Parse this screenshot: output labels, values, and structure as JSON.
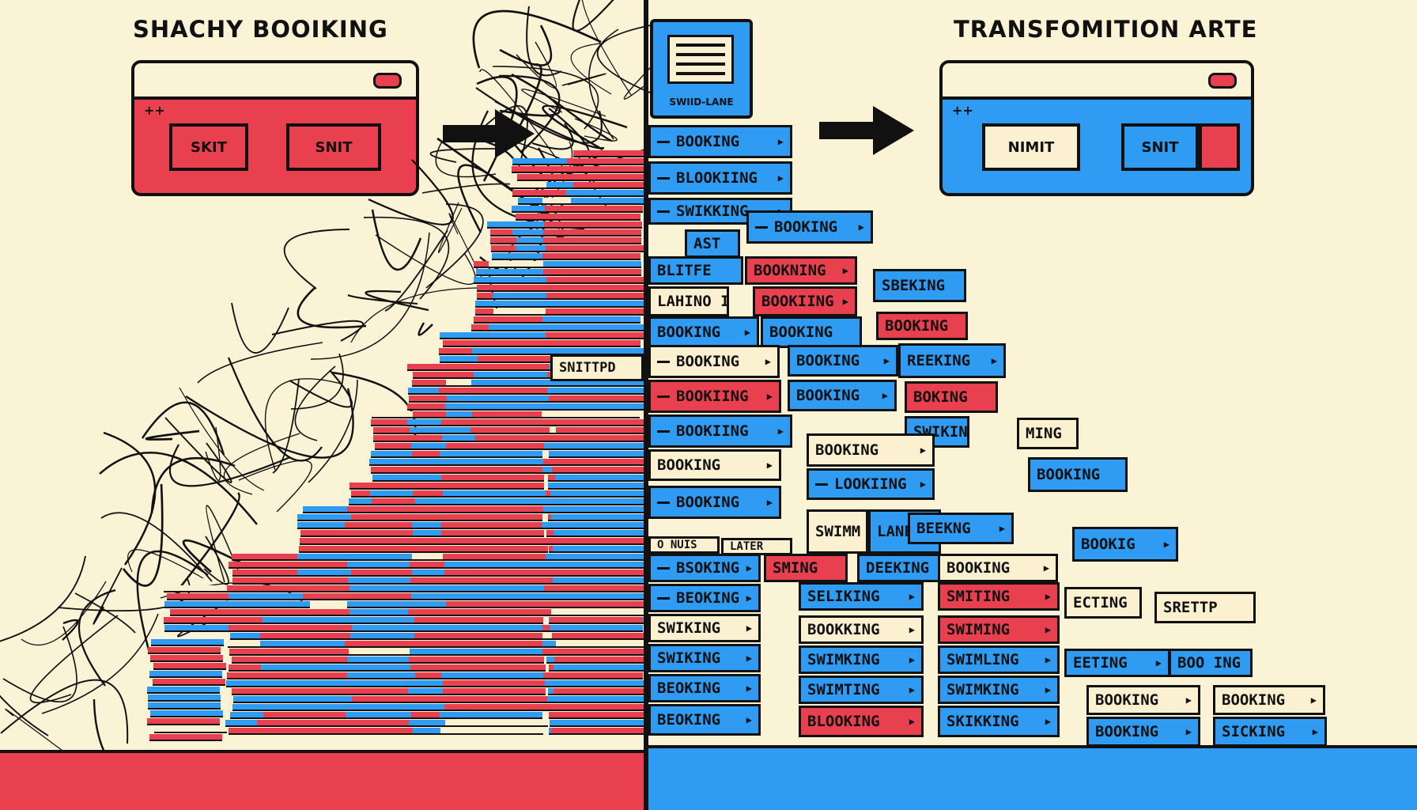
{
  "left": {
    "title": "SHACHY BOOIKING",
    "window_buttons": [
      "SKIT",
      "SNIT"
    ],
    "label": "SNITTPD"
  },
  "right": {
    "title": "TRANSFOMITION ARTE",
    "window_buttons": [
      "NIMIT",
      "SNIT"
    ],
    "header_card_label": "SWIID-LANE"
  },
  "blocks": [
    {
      "text": "BOOKING",
      "color": "blue",
      "dash": true
    },
    {
      "text": "BLOOKIING",
      "color": "blue",
      "dash": true
    },
    {
      "text": "SWIKKING",
      "color": "blue",
      "dash": true
    },
    {
      "text": "AST",
      "color": "blue"
    },
    {
      "text": "BOOKING",
      "color": "blue",
      "dash": true
    },
    {
      "text": "BLITFE",
      "color": "blue"
    },
    {
      "text": "BOOKNING",
      "color": "red"
    },
    {
      "text": "LAHINO I",
      "color": "cream"
    },
    {
      "text": "BOOKIING",
      "color": "red"
    },
    {
      "text": "SBEKING",
      "color": "blue"
    },
    {
      "text": "BOOKING",
      "color": "blue"
    },
    {
      "text": "BOOKING",
      "color": "blue"
    },
    {
      "text": "BOOKING",
      "color": "red"
    },
    {
      "text": "BOOKING",
      "color": "cream",
      "dash": true
    },
    {
      "text": "BOOKING",
      "color": "blue"
    },
    {
      "text": "REEKING",
      "color": "blue"
    },
    {
      "text": "BOOKIING",
      "color": "red",
      "dash": true
    },
    {
      "text": "BOOKING",
      "color": "blue"
    },
    {
      "text": "BOKING",
      "color": "red"
    },
    {
      "text": "SWIKING",
      "color": "blue"
    },
    {
      "text": "BOOKIING",
      "color": "blue",
      "dash": true
    },
    {
      "text": "MING",
      "color": "cream"
    },
    {
      "text": "BOOKING",
      "color": "cream"
    },
    {
      "text": "BOOKING",
      "color": "cream"
    },
    {
      "text": "LOOKIING",
      "color": "blue",
      "dash": true
    },
    {
      "text": "BOOKING",
      "color": "blue"
    },
    {
      "text": "BOOKING",
      "color": "blue",
      "dash": true
    },
    {
      "text": "SWIMM",
      "color": "cream"
    },
    {
      "text": "LANE",
      "color": "blue"
    },
    {
      "text": "BEEKNG",
      "color": "blue"
    },
    {
      "text": "BOOKIG",
      "color": "blue"
    },
    {
      "text": "BSOKING",
      "color": "blue",
      "dash": true
    },
    {
      "text": "SMING",
      "color": "red"
    },
    {
      "text": "DEEKING",
      "color": "blue"
    },
    {
      "text": "BOOKING",
      "color": "cream"
    },
    {
      "text": "BEOKING",
      "color": "blue",
      "dash": true
    },
    {
      "text": "SELIKING",
      "color": "blue"
    },
    {
      "text": "SMITING",
      "color": "red"
    },
    {
      "text": "ECTING",
      "color": "cream"
    },
    {
      "text": "SRETTP",
      "color": "cream"
    },
    {
      "text": "SWIKING",
      "color": "cream"
    },
    {
      "text": "BOOKKING",
      "color": "cream"
    },
    {
      "text": "SWIMING",
      "color": "red"
    },
    {
      "text": "SWIKING",
      "color": "blue"
    },
    {
      "text": "SWIMKING",
      "color": "blue"
    },
    {
      "text": "SWIMLING",
      "color": "blue"
    },
    {
      "text": "EETING",
      "color": "blue"
    },
    {
      "text": "BOO ING",
      "color": "blue"
    },
    {
      "text": "BEOKING",
      "color": "blue"
    },
    {
      "text": "SWIMTING",
      "color": "blue"
    },
    {
      "text": "SWIMKING",
      "color": "blue"
    },
    {
      "text": "BOOKING",
      "color": "cream"
    },
    {
      "text": "BOOKING",
      "color": "cream"
    },
    {
      "text": "BEOKING",
      "color": "blue"
    },
    {
      "text": "BLOOKING",
      "color": "red"
    },
    {
      "text": "SKIKKING",
      "color": "blue"
    },
    {
      "text": "BOOKING",
      "color": "blue"
    },
    {
      "text": "SICKING",
      "color": "blue"
    },
    {
      "text": "O NUIS",
      "color": "cream"
    },
    {
      "text": "LATER",
      "color": "cream"
    }
  ],
  "colors": {
    "background": "#fbf3d6",
    "blue": "#2f9bf2",
    "red": "#e8404f",
    "cream": "#fbf0cf",
    "ink": "#111111"
  }
}
